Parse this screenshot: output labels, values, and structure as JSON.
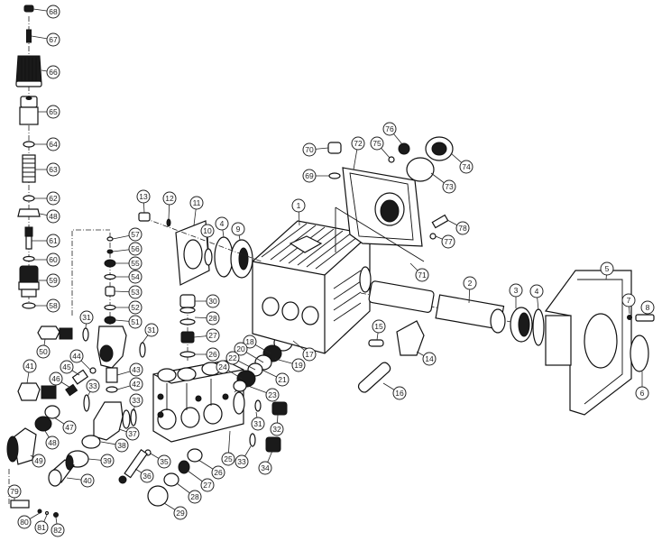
{
  "diagram": {
    "title": "Pump exploded parts view",
    "colors": {
      "line": "#111111",
      "background": "#ffffff"
    },
    "callouts": [
      {
        "id": "c68",
        "label": "68"
      },
      {
        "id": "c67",
        "label": "67"
      },
      {
        "id": "c66",
        "label": "66"
      },
      {
        "id": "c65",
        "label": "65"
      },
      {
        "id": "c64",
        "label": "64"
      },
      {
        "id": "c63",
        "label": "63"
      },
      {
        "id": "c62",
        "label": "62"
      },
      {
        "id": "c48a",
        "label": "48"
      },
      {
        "id": "c61",
        "label": "61"
      },
      {
        "id": "c60",
        "label": "60"
      },
      {
        "id": "c59",
        "label": "59"
      },
      {
        "id": "c58",
        "label": "58"
      },
      {
        "id": "c57",
        "label": "57"
      },
      {
        "id": "c56",
        "label": "56"
      },
      {
        "id": "c55",
        "label": "55"
      },
      {
        "id": "c54",
        "label": "54"
      },
      {
        "id": "c53",
        "label": "53"
      },
      {
        "id": "c52",
        "label": "52"
      },
      {
        "id": "c51",
        "label": "51"
      },
      {
        "id": "c31a",
        "label": "31"
      },
      {
        "id": "c31b",
        "label": "31"
      },
      {
        "id": "c50",
        "label": "50"
      },
      {
        "id": "c44",
        "label": "44"
      },
      {
        "id": "c45",
        "label": "45"
      },
      {
        "id": "c46",
        "label": "46"
      },
      {
        "id": "c43a",
        "label": "43"
      },
      {
        "id": "c41",
        "label": "41"
      },
      {
        "id": "c42",
        "label": "42"
      },
      {
        "id": "c33a",
        "label": "33"
      },
      {
        "id": "c33b",
        "label": "33"
      },
      {
        "id": "c47",
        "label": "47"
      },
      {
        "id": "c48b",
        "label": "48"
      },
      {
        "id": "c37",
        "label": "37"
      },
      {
        "id": "c38",
        "label": "38"
      },
      {
        "id": "c49",
        "label": "49"
      },
      {
        "id": "c39",
        "label": "39"
      },
      {
        "id": "c40",
        "label": "40"
      },
      {
        "id": "c79",
        "label": "79"
      },
      {
        "id": "c80",
        "label": "80"
      },
      {
        "id": "c81",
        "label": "81"
      },
      {
        "id": "c82",
        "label": "82"
      },
      {
        "id": "c35",
        "label": "35"
      },
      {
        "id": "c36",
        "label": "36"
      },
      {
        "id": "c26b",
        "label": "26"
      },
      {
        "id": "c27b",
        "label": "27"
      },
      {
        "id": "c28b",
        "label": "28"
      },
      {
        "id": "c29",
        "label": "29"
      },
      {
        "id": "c25",
        "label": "25"
      },
      {
        "id": "c31c",
        "label": "31"
      },
      {
        "id": "c32",
        "label": "32"
      },
      {
        "id": "c33c",
        "label": "33"
      },
      {
        "id": "c34",
        "label": "34"
      },
      {
        "id": "c30",
        "label": "30"
      },
      {
        "id": "c28a",
        "label": "28"
      },
      {
        "id": "c27a",
        "label": "27"
      },
      {
        "id": "c26a",
        "label": "26"
      },
      {
        "id": "c18",
        "label": "18"
      },
      {
        "id": "c17",
        "label": "17"
      },
      {
        "id": "c20",
        "label": "20"
      },
      {
        "id": "c19",
        "label": "19"
      },
      {
        "id": "c22",
        "label": "22"
      },
      {
        "id": "c21",
        "label": "21"
      },
      {
        "id": "c24",
        "label": "24"
      },
      {
        "id": "c23",
        "label": "23"
      },
      {
        "id": "c13",
        "label": "13"
      },
      {
        "id": "c12",
        "label": "12"
      },
      {
        "id": "c11",
        "label": "11"
      },
      {
        "id": "c10",
        "label": "10"
      },
      {
        "id": "c4a",
        "label": "4"
      },
      {
        "id": "c9",
        "label": "9"
      },
      {
        "id": "c1",
        "label": "1"
      },
      {
        "id": "c70",
        "label": "70"
      },
      {
        "id": "c69",
        "label": "69"
      },
      {
        "id": "c72",
        "label": "72"
      },
      {
        "id": "c75",
        "label": "75"
      },
      {
        "id": "c76",
        "label": "76"
      },
      {
        "id": "c74",
        "label": "74"
      },
      {
        "id": "c73",
        "label": "73"
      },
      {
        "id": "c78",
        "label": "78"
      },
      {
        "id": "c77",
        "label": "77"
      },
      {
        "id": "c71",
        "label": "71"
      },
      {
        "id": "c2",
        "label": "2"
      },
      {
        "id": "c3",
        "label": "3"
      },
      {
        "id": "c4b",
        "label": "4"
      },
      {
        "id": "c5",
        "label": "5"
      },
      {
        "id": "c7",
        "label": "7"
      },
      {
        "id": "c8",
        "label": "8"
      },
      {
        "id": "c6",
        "label": "6"
      },
      {
        "id": "c15",
        "label": "15"
      },
      {
        "id": "c14",
        "label": "14"
      },
      {
        "id": "c16",
        "label": "16"
      }
    ]
  }
}
